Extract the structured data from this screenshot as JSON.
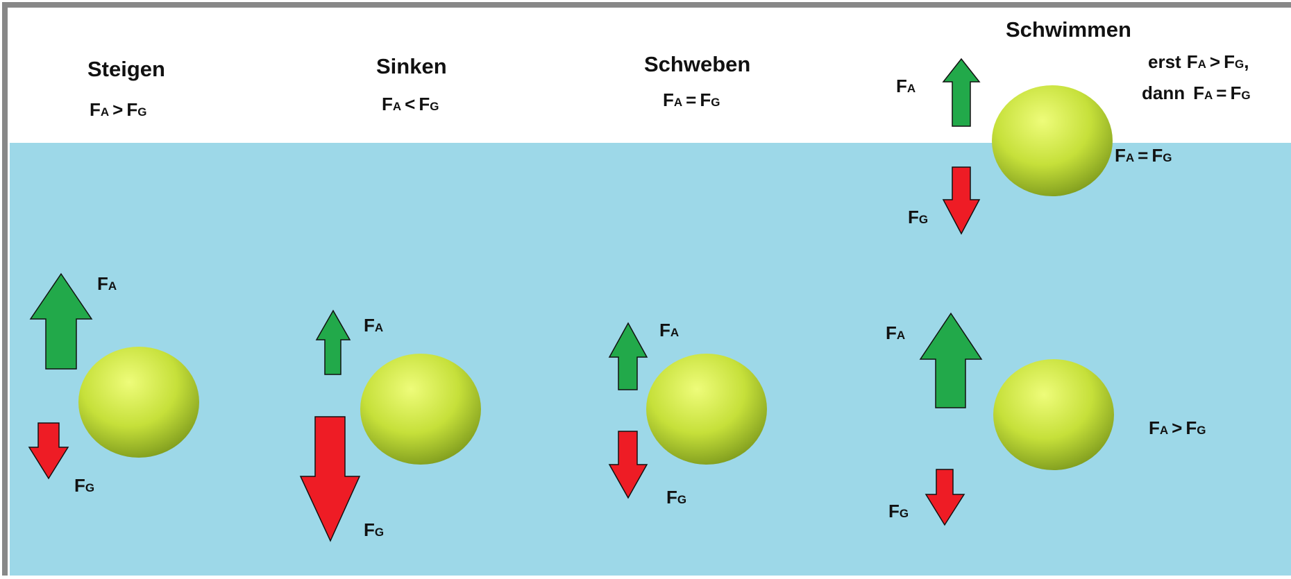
{
  "colors": {
    "water": "#9dd8e8",
    "up_arrow": "#22a94a",
    "down_arrow": "#ee1c25",
    "ball_light": "#eefc7a",
    "ball_mid": "#c6e03a",
    "ball_dark": "#7d9a1d",
    "frame": "#888888"
  },
  "symbols": {
    "f": "F",
    "a": "A",
    "g": "G"
  },
  "panels": [
    {
      "title": "Steigen",
      "condition": {
        "lhs": "A",
        "op": ">",
        "rhs": "G"
      }
    },
    {
      "title": "Sinken",
      "condition": {
        "lhs": "A",
        "op": "<",
        "rhs": "G"
      }
    },
    {
      "title": "Schweben",
      "condition": {
        "lhs": "A",
        "op": "=",
        "rhs": "G"
      }
    },
    {
      "title": "Schwimmen",
      "line1_prefix": "erst",
      "line1_suffix": ",",
      "line2_prefix": "dann",
      "condition_first": {
        "lhs": "A",
        "op": ">",
        "rhs": "G"
      },
      "condition_then": {
        "lhs": "A",
        "op": "=",
        "rhs": "G"
      },
      "surface_state": {
        "lhs": "A",
        "op": "=",
        "rhs": "G"
      },
      "submerged_state": {
        "lhs": "A",
        "op": ">",
        "rhs": "G"
      }
    }
  ]
}
